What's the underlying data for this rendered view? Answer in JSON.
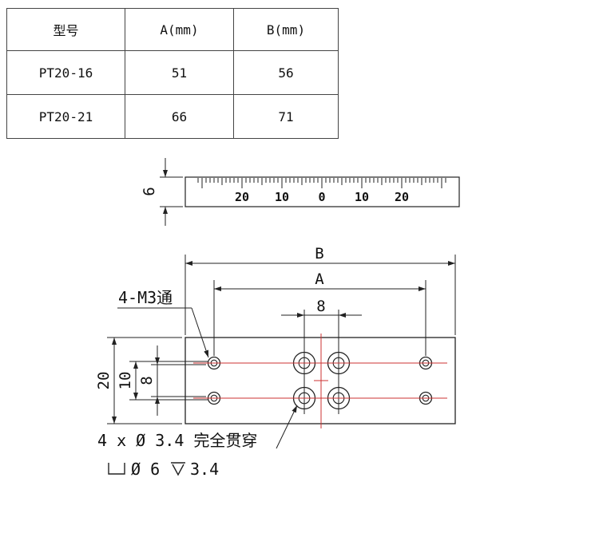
{
  "table": {
    "headers": [
      "型号",
      "A(mm)",
      "B(mm)"
    ],
    "rows": [
      [
        "PT20-16",
        "51",
        "56"
      ],
      [
        "PT20-21",
        "66",
        "71"
      ]
    ]
  },
  "ruler": {
    "height_label": "6",
    "tick_labels": [
      "20",
      "10",
      "0",
      "10",
      "20"
    ]
  },
  "dims": {
    "overall_width": "B",
    "hole_span": "A",
    "hole_spacing_h": "8",
    "plate_height": "20",
    "row_spacing_outer": "10",
    "row_spacing_inner": "8"
  },
  "notes": {
    "thread_note": "4-M3通",
    "through_note": "4 x Ø 3.4 完全贯穿",
    "cbore_dia": "Ø 6",
    "cbore_depth": "3.4"
  },
  "colors": {
    "centerline": "#cc3333",
    "line": "#222222"
  }
}
